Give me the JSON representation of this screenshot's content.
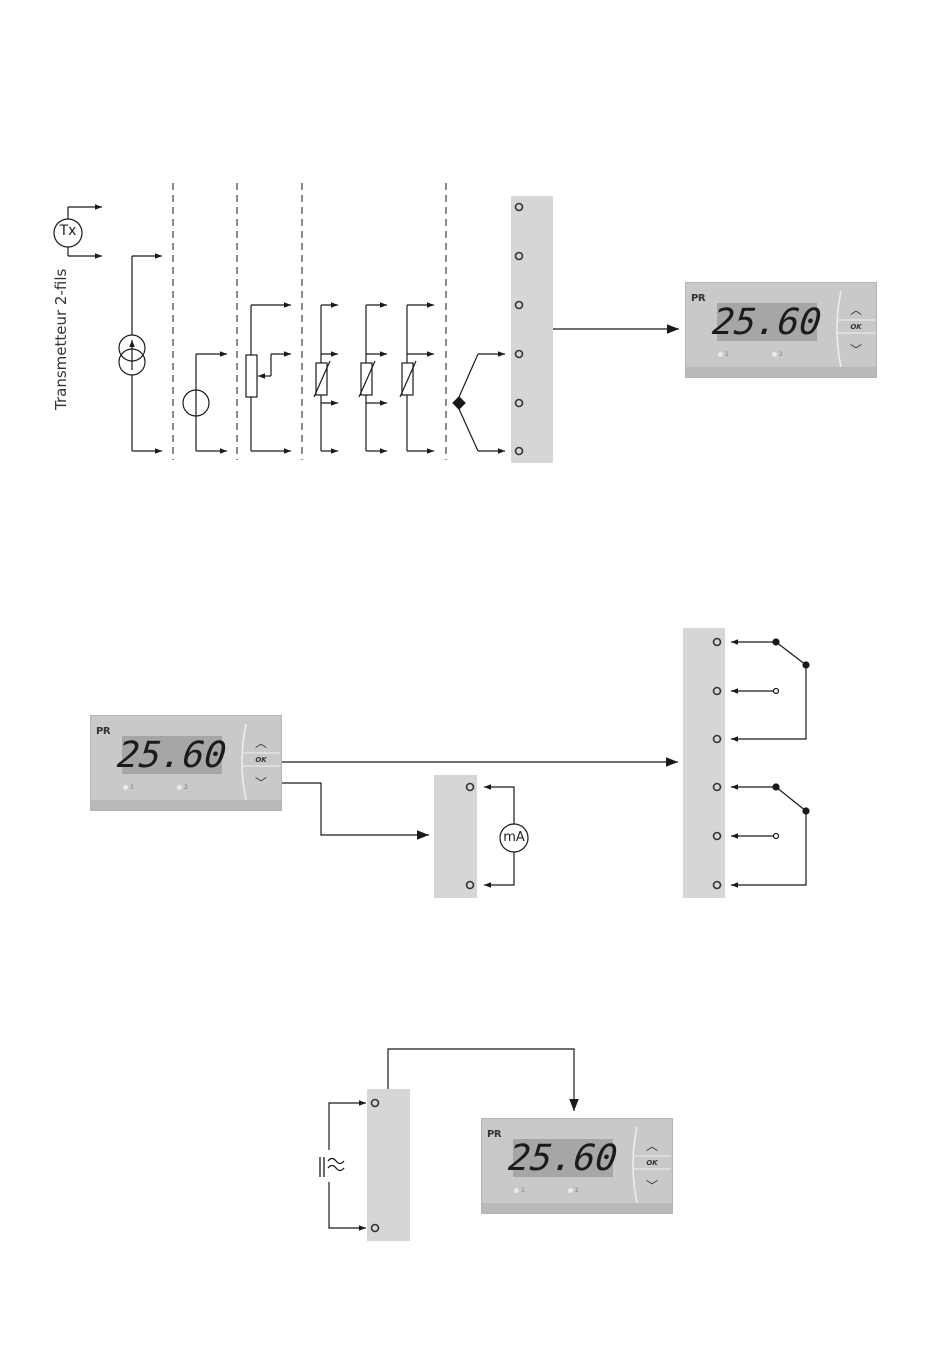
{
  "transmitter": {
    "label": "Tx",
    "caption": "Transmetteur 2-fils"
  },
  "display": {
    "reading": "25.60",
    "logo": "PR",
    "ok_label": "OK",
    "led1_label": "1",
    "led2_label": "2"
  },
  "meter": {
    "label": "mA"
  },
  "icons": {
    "up": "chevron-up-icon",
    "down": "chevron-down-icon",
    "supply": "ac-dc-supply-icon"
  },
  "colors": {
    "panel": "#c9c9c9",
    "terminal": "#d6d6d6",
    "line": "#1a1a1a",
    "lcd": "#a6a6a6"
  }
}
